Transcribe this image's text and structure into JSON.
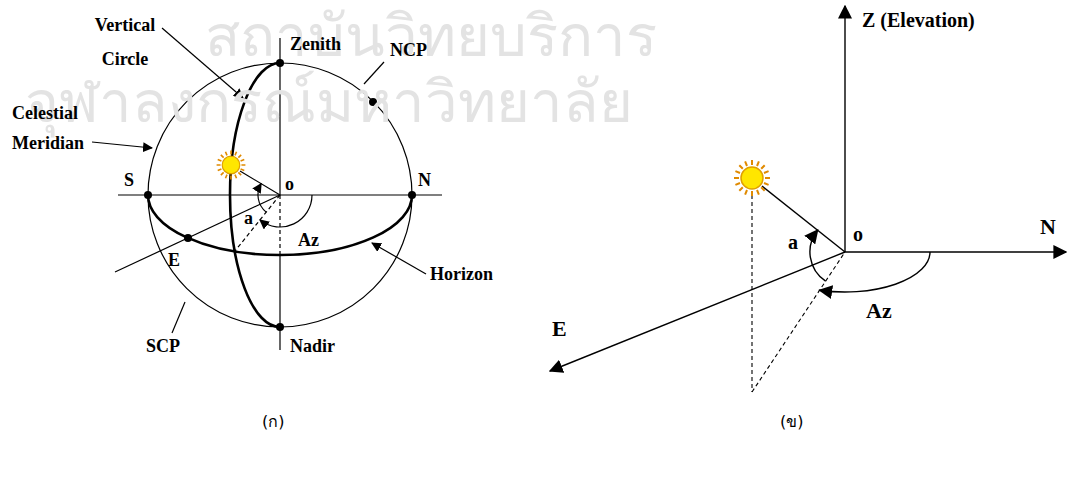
{
  "diagram": {
    "labels": [
      "สถาบันวิทยบริการ",
      "จุฬาลงกรณ์มหาวิทยาลัย",
      "Vertical Circle",
      "Zenith",
      "NCP",
      "Celestial Meridian",
      "S",
      "o",
      "N",
      "a",
      "Az",
      "E",
      "Horizon",
      "SCP",
      "Nadir",
      "(ก)",
      "Z (Elevation)",
      "a",
      "o",
      "N",
      "E",
      "Az",
      "(ข)"
    ]
  }
}
